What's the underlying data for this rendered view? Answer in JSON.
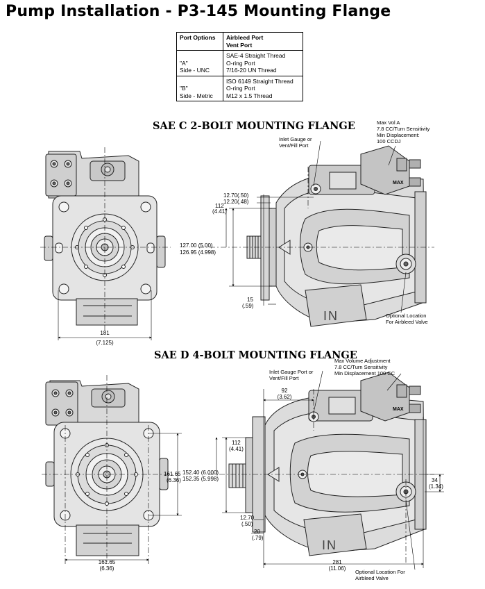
{
  "title": "Pump Installation - P3-145 Mounting Flange",
  "port_table": {
    "headers": [
      "Port Options",
      "Airbleed Port\nVent Port"
    ],
    "rows": [
      {
        "option": "\"A\"\nSide - UNC",
        "desc": "SAE-4 Straight Thread\nO-ring Port\n7/16-20 UN Thread"
      },
      {
        "option": "\"B\"\nSide - Metric",
        "desc": "ISO 6149 Straight Thread\nO-ring Port\nM12 x 1.5 Thread"
      }
    ]
  },
  "sae_c": {
    "heading": "SAE C 2-BOLT MOUNTING FLANGE",
    "callouts": {
      "max_vol": [
        "Max Vol A",
        "7.8 CC/Turn Sensitivity",
        "Min Displacement:",
        "100 CCDJ"
      ],
      "inlet_gauge": [
        "Inlet Gauge or",
        "Vent/Fill Port"
      ],
      "optional_location": [
        "Optional Location",
        "For Airbleed Valve"
      ],
      "max_label": "MAX",
      "in_label": "IN"
    },
    "dims": {
      "d_12_70": "12.70(.50)",
      "d_12_20": "12.20(.48)",
      "d_112": "112",
      "d_112_in": "(4.41)",
      "d_127_00": "127.00 (5.00)",
      "d_126_95": "126.95 (4.998)",
      "d_15": "15",
      "d_15_in": "(.59)",
      "d_181": "181",
      "d_181_in": "(7.125)"
    }
  },
  "sae_d": {
    "heading": "SAE D 4-BOLT MOUNTING FLANGE",
    "callouts": {
      "max_vol": [
        "Max Volume Adjustment",
        "7.8 CC/Turn Sensitivity",
        "Min Displacement 100 CC"
      ],
      "inlet_gauge": [
        "Inlet Gauge Port or",
        "Vent/Fill Port"
      ],
      "optional_location": [
        "Optional Location For",
        "Airbleed Valve"
      ],
      "max_label": "MAX",
      "in_label": "IN"
    },
    "dims": {
      "d_92": "92",
      "d_92_in": "(3.62)",
      "d_112": "112",
      "d_112_in": "(4.41)",
      "d_152_40": "152.40 (6.000)",
      "d_152_35": "152.35 (5.998)",
      "d_161_65_v": "161.65",
      "d_161_65_v_in": "(6.36)",
      "d_34": "34",
      "d_34_in": "(1.34)",
      "d_12_70": "12.70",
      "d_12_70_in": "(.50)",
      "d_20": "20",
      "d_20_in": "(.79)",
      "d_161_65_h": "161.65",
      "d_161_65_h_in": "(6.36)",
      "d_281": "281",
      "d_281_in": "(11.06)"
    }
  }
}
